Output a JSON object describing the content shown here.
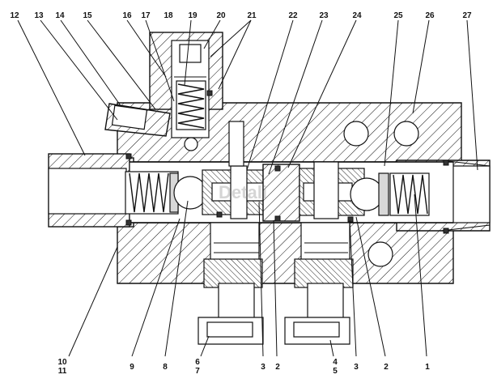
{
  "figure": {
    "callouts_top": [
      "12",
      "13",
      "14",
      "15",
      "16",
      "17",
      "18",
      "19",
      "20",
      "21",
      "22",
      "23",
      "24",
      "25",
      "26",
      "27"
    ],
    "callouts_bottom": [
      "10",
      "11",
      "9",
      "8",
      "6",
      "7",
      "3",
      "2",
      "4",
      "5",
      "3",
      "2",
      "1"
    ],
    "watermark": "Detali"
  },
  "colors": {
    "line": "#111111",
    "background": "#ffffff",
    "fill_grey": "#d8d8d8"
  }
}
